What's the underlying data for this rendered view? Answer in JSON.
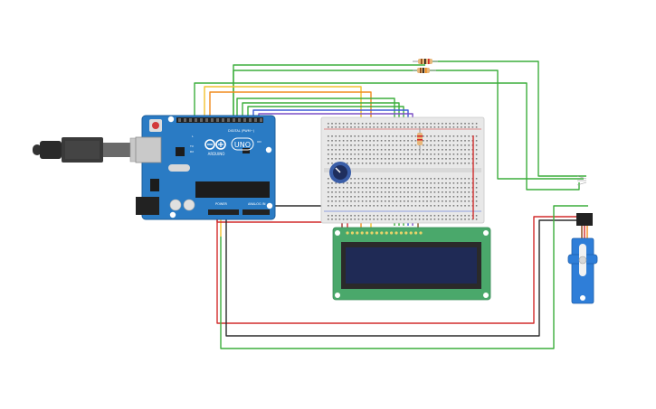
{
  "arduino": {
    "model": "UNO",
    "brand": "ARDUINO",
    "digital_label": "DIGITAL (PWM~)",
    "power_label": "POWER",
    "analog_label": "ANALOG IN",
    "tx_label": "TX",
    "rx_label": "RX",
    "l_label": "L",
    "on_label": "ON"
  },
  "colors": {
    "green_wire": "#3cae3c",
    "yellow_wire": "#f2c12e",
    "orange_wire": "#f08c1e",
    "blue_wire": "#3b5bd6",
    "purple_wire": "#7a4fc6",
    "red_wire": "#d22b2b",
    "black_wire": "#2b2b2b",
    "board": "#2a7bc4",
    "lcd_pcb": "#4aa86b",
    "lcd_screen": "#1f2a55",
    "servo": "#2f7ed8",
    "breadboard": "#e8e8e8"
  },
  "components": [
    "arduino-uno",
    "usb-cable",
    "breadboard",
    "potentiometer",
    "lcd-16x2",
    "resistor",
    "resistor",
    "micro-servo",
    "ir-receiver"
  ]
}
